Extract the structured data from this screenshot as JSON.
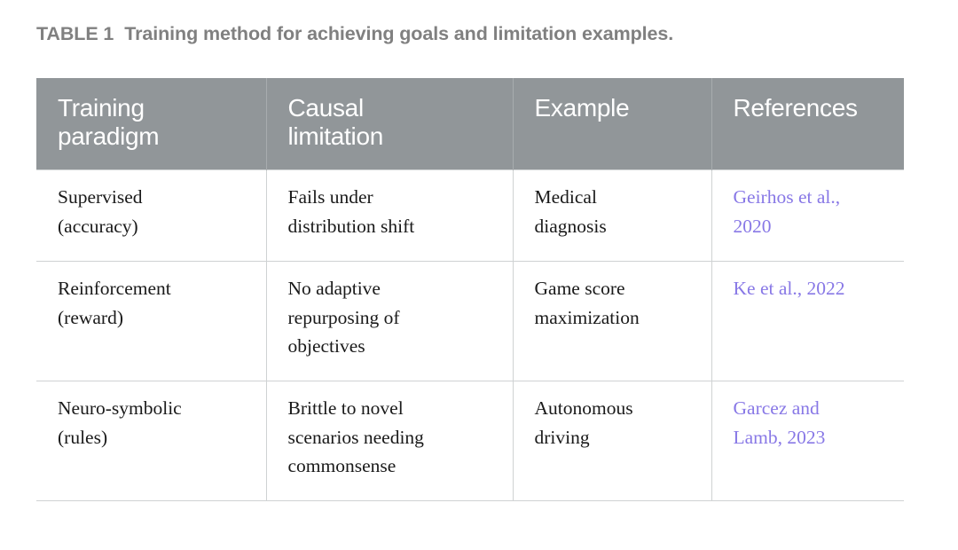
{
  "caption": {
    "label": "TABLE 1",
    "title": "Training method for achieving goals and limitation examples."
  },
  "colors": {
    "header_background": "#919699",
    "header_text": "#ffffff",
    "caption_text": "#808080",
    "body_text": "#1a1a1a",
    "reference_link": "#8878e6",
    "border": "#cfd2d3"
  },
  "table": {
    "headers": [
      {
        "line1": "Training",
        "line2": "paradigm"
      },
      {
        "line1": "Causal",
        "line2": "limitation"
      },
      {
        "line1": "Example",
        "line2": ""
      },
      {
        "line1": "References",
        "line2": ""
      }
    ],
    "rows": [
      {
        "paradigm": {
          "line1": "Supervised",
          "line2": "(accuracy)",
          "line3": ""
        },
        "limitation": {
          "line1": "Fails under",
          "line2": "distribution shift",
          "line3": ""
        },
        "example": {
          "line1": "Medical",
          "line2": "diagnosis",
          "line3": ""
        },
        "reference": {
          "line1": "Geirhos et al.,",
          "line2": "2020",
          "line3": ""
        }
      },
      {
        "paradigm": {
          "line1": "Reinforcement",
          "line2": "(reward)",
          "line3": ""
        },
        "limitation": {
          "line1": "No adaptive",
          "line2": "repurposing of",
          "line3": "objectives"
        },
        "example": {
          "line1": "Game score",
          "line2": "maximization",
          "line3": ""
        },
        "reference": {
          "line1": "Ke et al., 2022",
          "line2": "",
          "line3": ""
        }
      },
      {
        "paradigm": {
          "line1": "Neuro-symbolic",
          "line2": "(rules)",
          "line3": ""
        },
        "limitation": {
          "line1": "Brittle to novel",
          "line2": "scenarios needing",
          "line3": "commonsense"
        },
        "example": {
          "line1": "Autonomous",
          "line2": "driving",
          "line3": ""
        },
        "reference": {
          "line1": "Garcez and",
          "line2": "Lamb, 2023",
          "line3": ""
        }
      }
    ]
  }
}
